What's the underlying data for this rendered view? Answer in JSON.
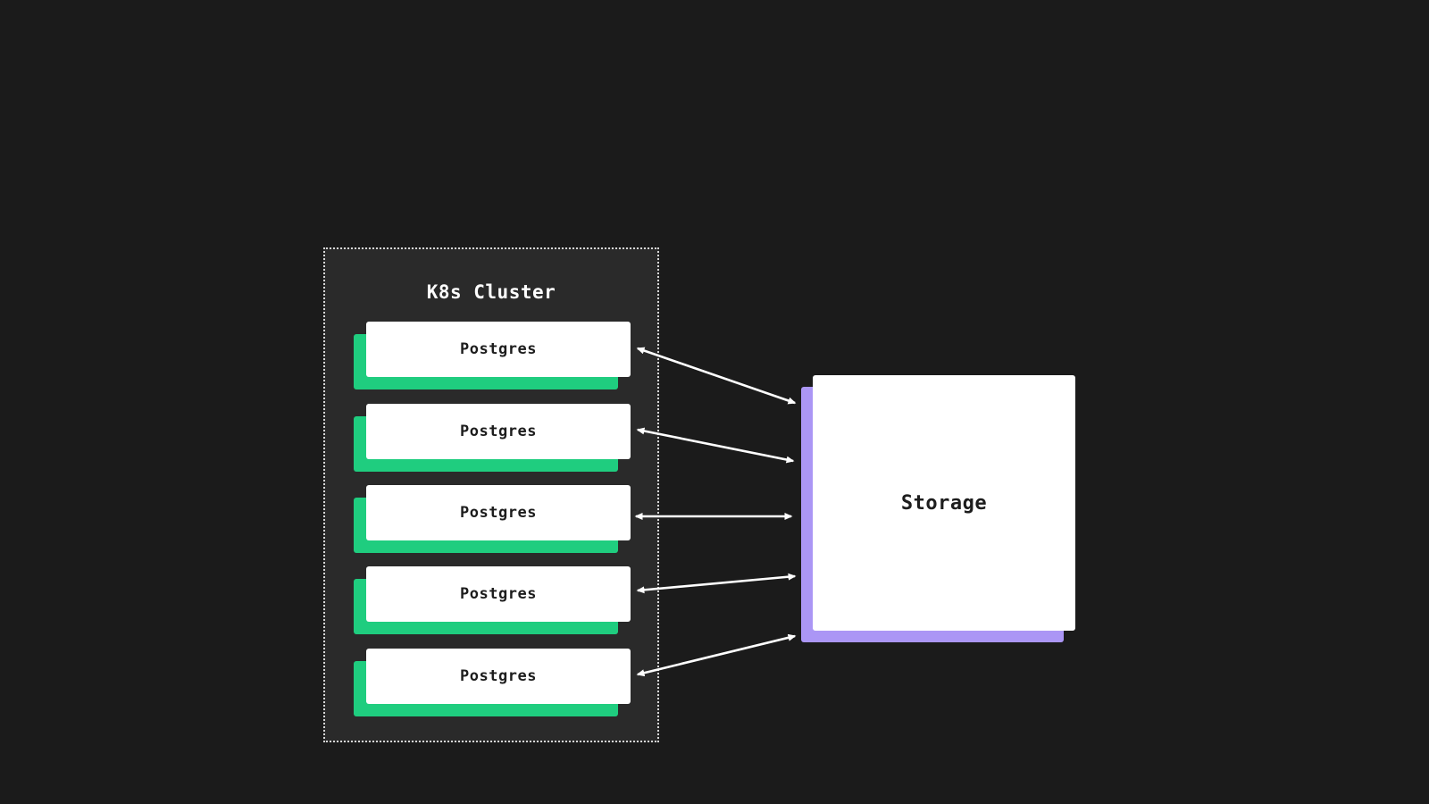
{
  "diagram": {
    "cluster": {
      "title": "K8s Cluster",
      "nodes": [
        {
          "label": "Postgres"
        },
        {
          "label": "Postgres"
        },
        {
          "label": "Postgres"
        },
        {
          "label": "Postgres"
        },
        {
          "label": "Postgres"
        }
      ]
    },
    "storage": {
      "label": "Storage"
    },
    "colors": {
      "background": "#1b1b1b",
      "cluster_background": "#2a2a2a",
      "cluster_border": "#d6d6d6",
      "node_accent_green": "#1fcd7f",
      "storage_accent_purple": "#ab96f5",
      "node_fill": "#ffffff",
      "arrow": "#ffffff",
      "label_text": "#1d1d1d",
      "title_text": "#ffffff"
    },
    "connections_count": "5"
  }
}
